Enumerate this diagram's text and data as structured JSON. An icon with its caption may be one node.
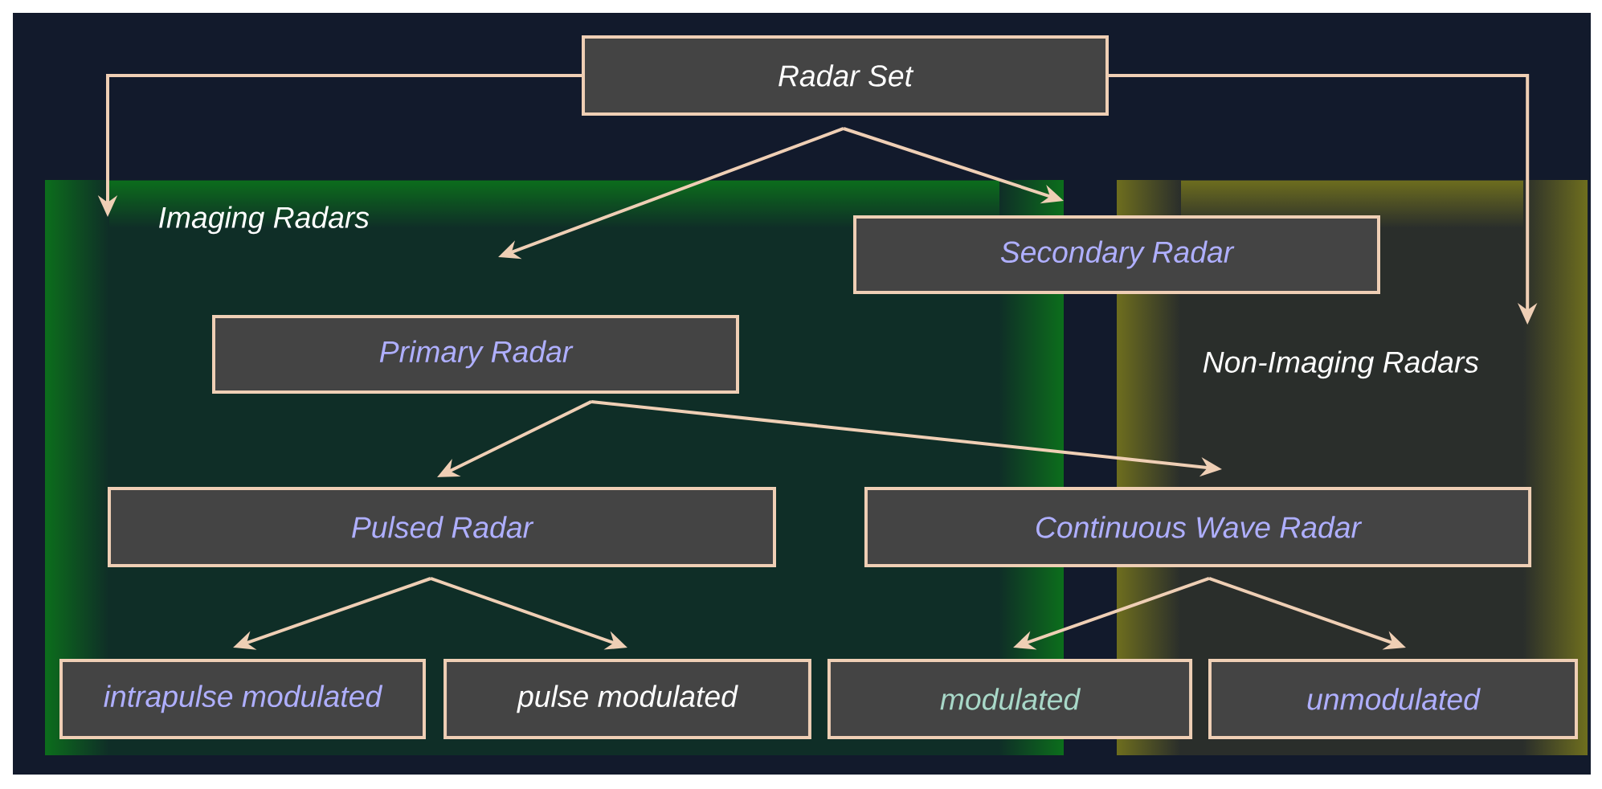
{
  "diagram": {
    "nodes": [
      {
        "text": [
          "Radar Set"
        ]
      },
      {
        "text": [
          "Imaging Radars"
        ]
      },
      {
        "text": [
          "Non-Imaging Radars"
        ]
      },
      {
        "text": [
          "Secondary Radar"
        ]
      },
      {
        "text": [
          "Primary Radar"
        ],
        "in": 1
      },
      {
        "text": [
          "Pulsed Radar"
        ],
        "in": 1
      },
      {
        "text": [
          "Continuous Wave Radar"
        ]
      },
      {
        "text": [
          "intrapulse modulated"
        ],
        "in": 1
      },
      {
        "text": [
          "pulse modulated"
        ],
        "in": 1
      },
      {
        "text": [
          "modulated"
        ]
      },
      {
        "text": [
          "unmodulated"
        ],
        "in": 2
      }
    ],
    "edges": [
      {
        "from": 0,
        "to": 1,
        "arrow": "to"
      },
      {
        "from": 0,
        "to": 2,
        "arrow": "to"
      },
      {
        "from": 0,
        "to": 4,
        "arrow": "to"
      },
      {
        "from": 0,
        "to": 3,
        "arrow": "to"
      },
      {
        "from": 4,
        "to": 5,
        "arrow": "to"
      },
      {
        "from": 4,
        "to": 6,
        "arrow": "to"
      },
      {
        "from": 5,
        "to": 7,
        "arrow": "to"
      },
      {
        "from": 5,
        "to": 8,
        "arrow": "to"
      },
      {
        "from": 6,
        "to": 9,
        "arrow": "to"
      },
      {
        "from": 6,
        "to": 10,
        "arrow": "to"
      }
    ]
  }
}
